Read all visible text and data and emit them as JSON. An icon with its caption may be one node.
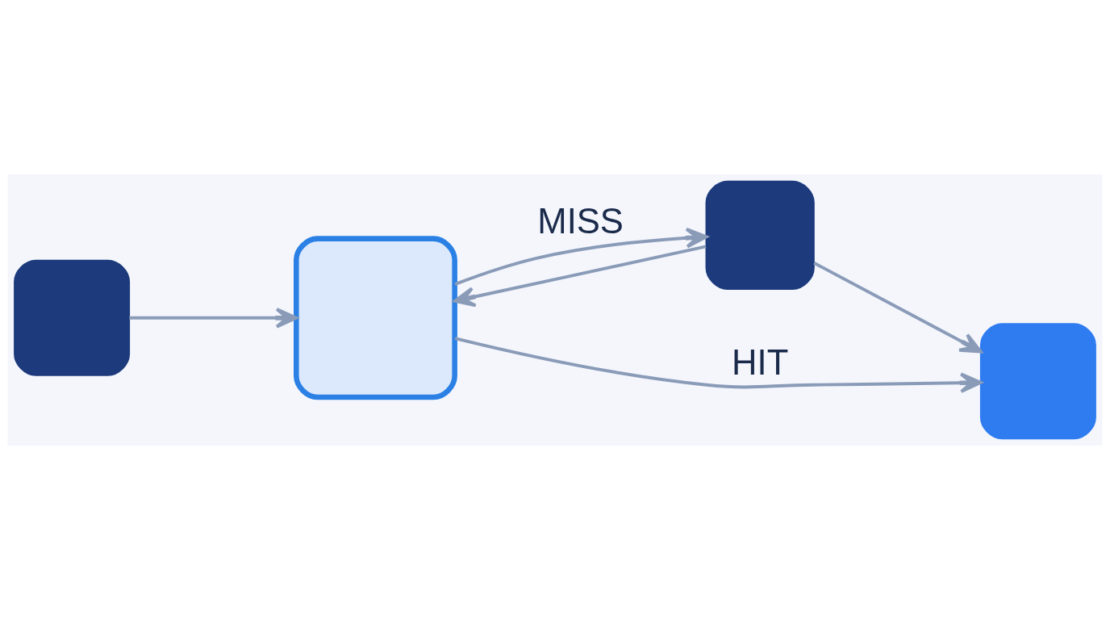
{
  "diagram": {
    "nodes": [
      {
        "text": [],
        "shape": "box"
      },
      {
        "text": [],
        "shape": "box"
      },
      {
        "text": [],
        "shape": "box"
      },
      {
        "text": [],
        "shape": "box"
      }
    ],
    "edges": [
      {
        "from": 0,
        "to": 1,
        "arrow": "to"
      },
      {
        "from": 1,
        "to": 3,
        "arrow": "to",
        "label": "HIT"
      },
      {
        "from": 1,
        "to": 2,
        "arrow": "to",
        "label": "MISS"
      },
      {
        "from": 2,
        "to": 1,
        "arrow": "to"
      },
      {
        "from": 2,
        "to": 3,
        "arrow": "to"
      }
    ]
  }
}
